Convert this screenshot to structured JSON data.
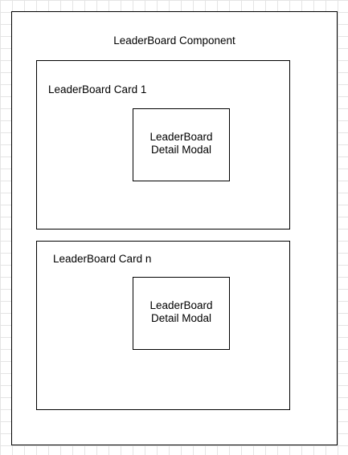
{
  "diagram": {
    "outer": {
      "label": "LeaderBoard Component"
    },
    "cards": [
      {
        "label": "LeaderBoard Card 1",
        "modal": {
          "line1": "LeaderBoard",
          "line2": "Detail Modal"
        }
      },
      {
        "label": "LeaderBoard Card n",
        "modal": {
          "line1": "LeaderBoard",
          "line2": "Detail Modal"
        }
      }
    ]
  }
}
